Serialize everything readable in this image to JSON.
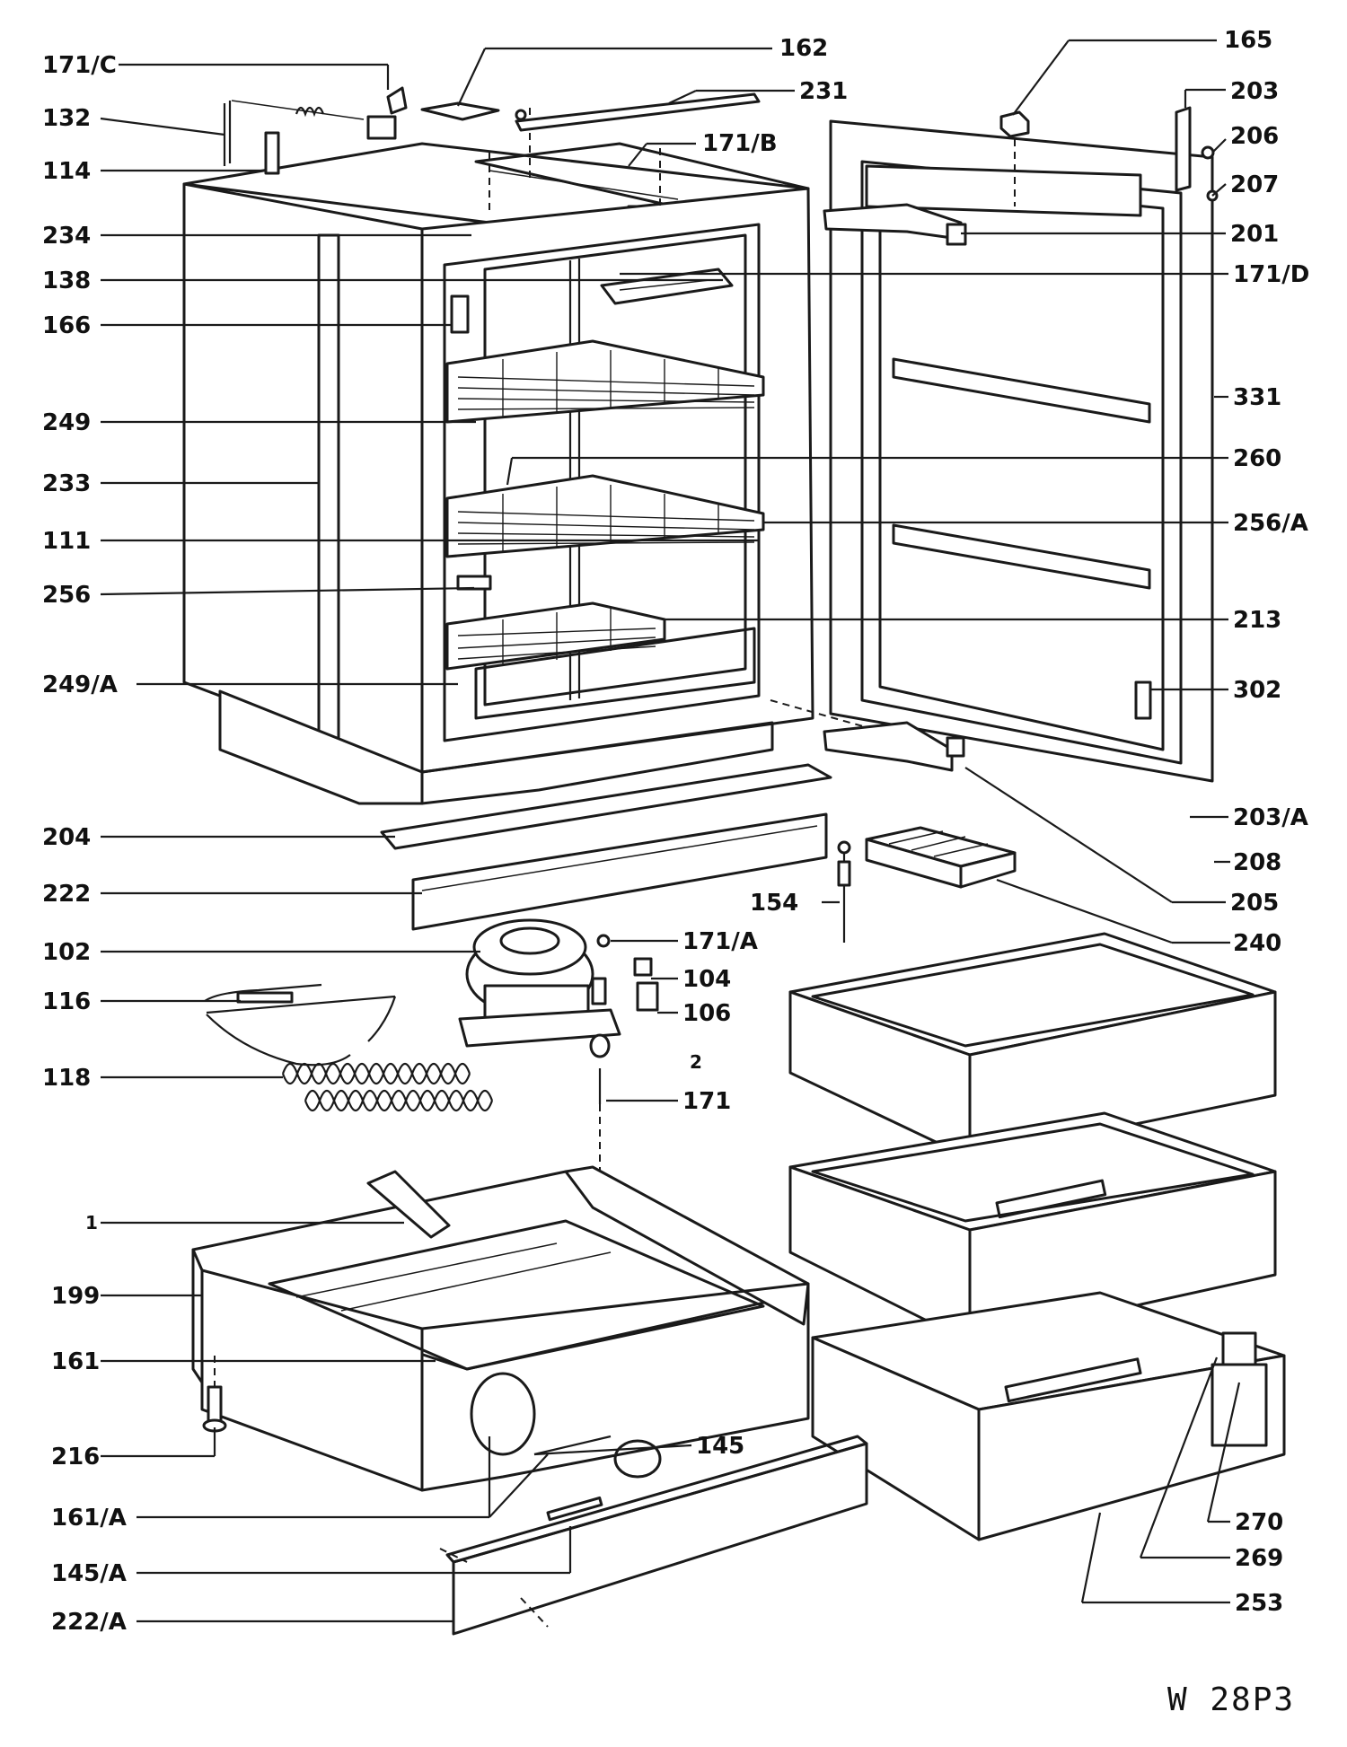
{
  "drawing_code": "W 28P3",
  "callouts": {
    "c1": "1",
    "c2": "2",
    "c102": "102",
    "c104": "104",
    "c106": "106",
    "c111": "111",
    "c114": "114",
    "c116": "116",
    "c118": "118",
    "c132": "132",
    "c138": "138",
    "c145": "145",
    "c145A": "145/A",
    "c154": "154",
    "c161": "161",
    "c161A": "161/A",
    "c162": "162",
    "c165": "165",
    "c166": "166",
    "c171": "171",
    "c171A": "171/A",
    "c171B": "171/B",
    "c171C": "171/C",
    "c171D": "171/D",
    "c199": "199",
    "c201": "201",
    "c203": "203",
    "c203A": "203/A",
    "c204": "204",
    "c205": "205",
    "c206": "206",
    "c207": "207",
    "c208": "208",
    "c213": "213",
    "c216": "216",
    "c222": "222",
    "c222A": "222/A",
    "c231": "231",
    "c233": "233",
    "c234": "234",
    "c240": "240",
    "c249": "249",
    "c249A": "249/A",
    "c253": "253",
    "c256": "256",
    "c256A": "256/A",
    "c260": "260",
    "c269": "269",
    "c270": "270",
    "c302": "302",
    "c331": "331"
  }
}
